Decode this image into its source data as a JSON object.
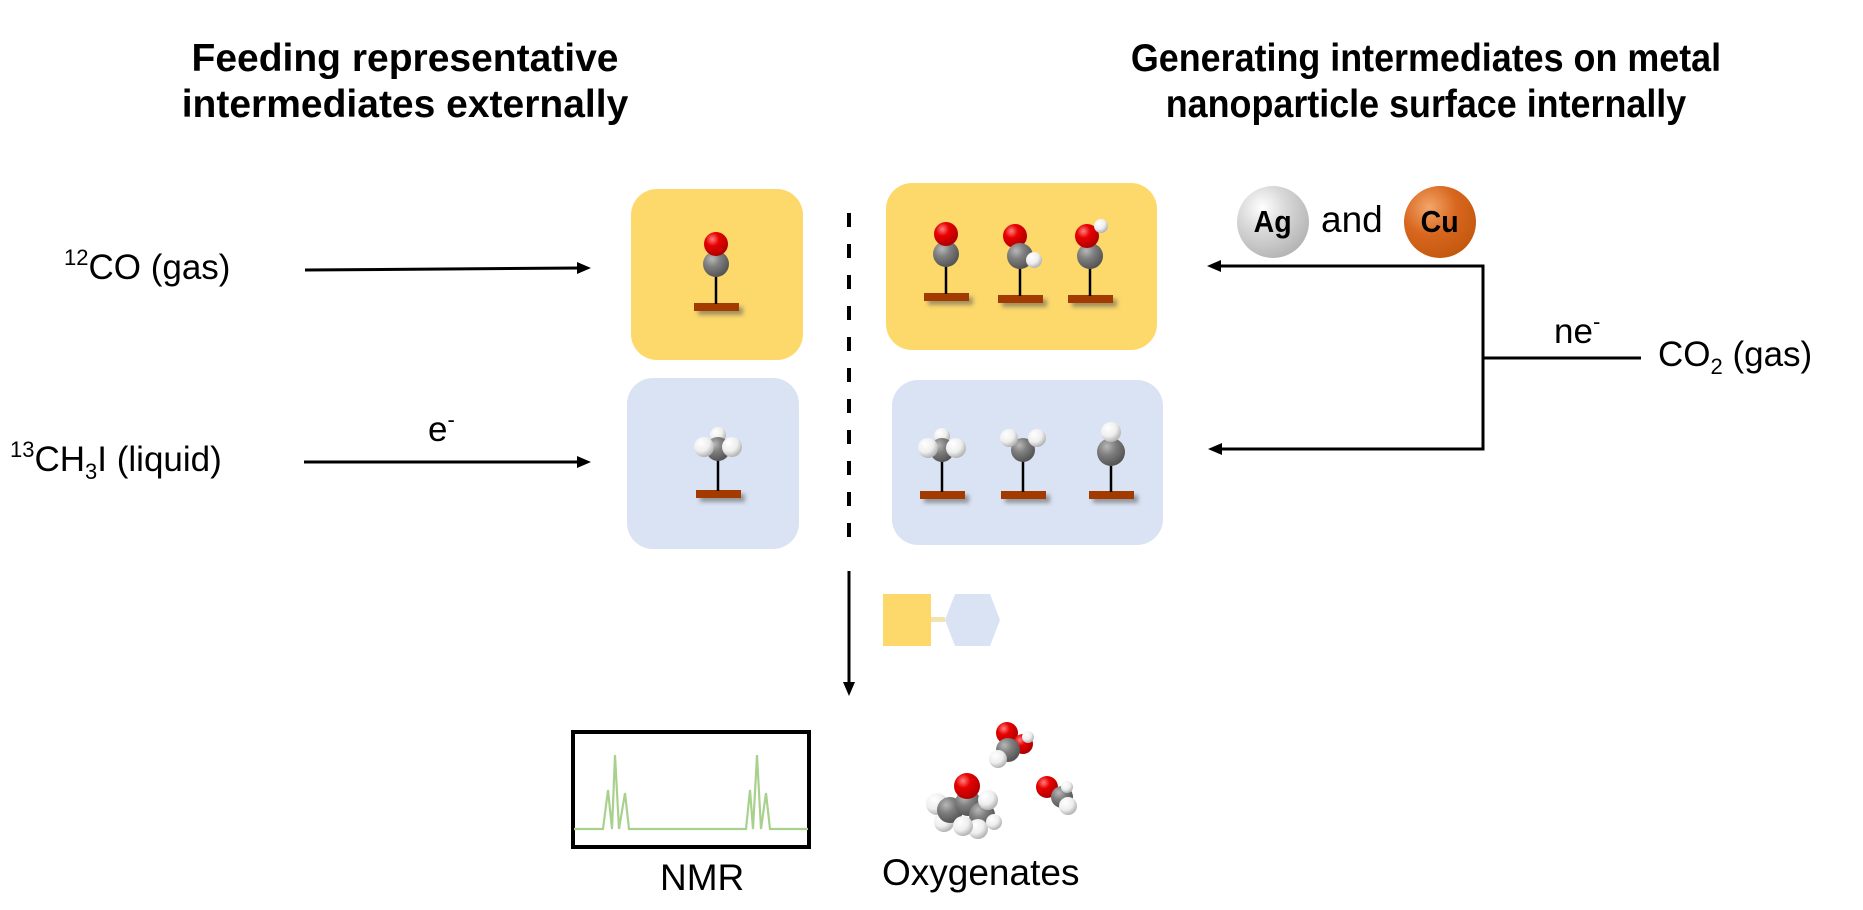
{
  "titles": {
    "left": [
      "Feeding representative",
      "intermediates externally"
    ],
    "right": [
      "Generating intermediates on metal",
      "nanoparticle surface internally"
    ]
  },
  "external_feeds": {
    "co": {
      "isotope": "12",
      "formula": "CO",
      "phase": " (gas)"
    },
    "ch3i": {
      "isotope": "13",
      "formula_a": "CH",
      "subscript": "3",
      "formula_b": "I",
      "phase": " (liquid)"
    },
    "electron_label": {
      "base": "e",
      "sup": "-"
    }
  },
  "internal_generation": {
    "metals": [
      {
        "symbol": "Ag",
        "color": "#bdbdbd"
      },
      {
        "symbol": "Cu",
        "color": "#c55a11"
      }
    ],
    "and_label": "and",
    "electron_label": {
      "base": "ne",
      "sup": "-"
    },
    "co2": {
      "formula": "CO",
      "subscript": "2",
      "phase": " (gas)"
    }
  },
  "intermediate_groups": {
    "c1_oxygenated": {
      "color": "#fdd96c",
      "external": [
        "*CO"
      ],
      "internal": [
        "*CO",
        "*CHO",
        "*COH"
      ]
    },
    "c1_hydrocarbon": {
      "color": "#dae3f3",
      "external": [
        "*CH3"
      ],
      "internal": [
        "*CH3",
        "*CH2",
        "*CH"
      ]
    }
  },
  "atom_colors": {
    "oxygen": "#e00000",
    "carbon": "#7f7f7f",
    "hydrogen": "#f2f2f2",
    "surface": "#a33a00"
  },
  "coupling_legend": {
    "square_color": "#fdd96c",
    "hexagon_color": "#dae3f3"
  },
  "products": {
    "nmr_label": "NMR",
    "nmr_trace_color": "#a9d18e",
    "oxygenates_label": "Oxygenates",
    "oxygenate_molecules": [
      "acetone",
      "formic-acid",
      "methanol"
    ]
  }
}
